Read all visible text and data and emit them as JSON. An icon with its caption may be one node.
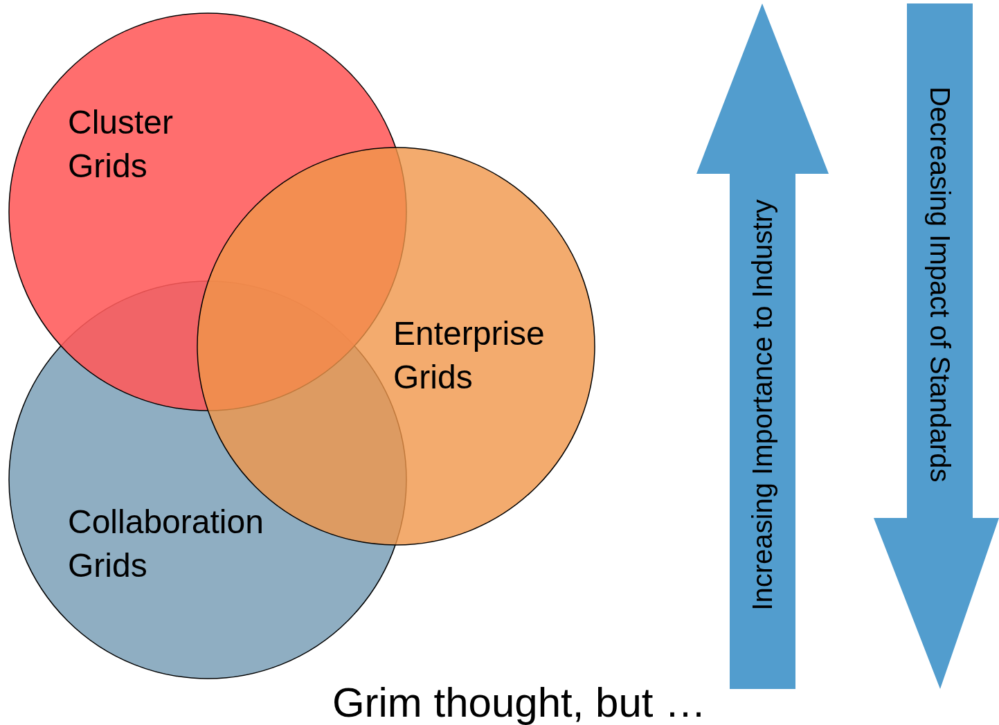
{
  "diagram": {
    "caption": "Grim thought, but …",
    "nodes": [
      {
        "text": [
          "Cluster Grids"
        ]
      },
      {
        "text": [
          "Enterprise Grids"
        ]
      },
      {
        "text": [
          "Collaboration Grids"
        ]
      },
      {
        "text": [
          "Increasing Importance to Industry"
        ]
      },
      {
        "text": [
          "Decreasing Impact of Standards"
        ]
      }
    ]
  }
}
